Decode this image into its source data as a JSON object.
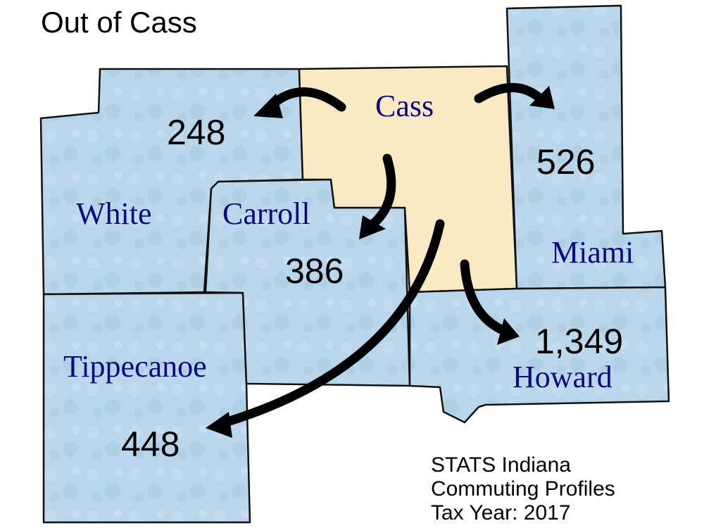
{
  "title": "Out of Cass",
  "origin": "Cass",
  "colors": {
    "origin_fill": "#faeac4",
    "destination_fill": "#b9d6ea",
    "label_color": "#0a0a80",
    "arrow_color": "#000000"
  },
  "counties": {
    "cass": "Cass",
    "white": "White",
    "carroll": "Carroll",
    "miami": "Miami",
    "howard": "Howard",
    "tippecanoe": "Tippecanoe"
  },
  "flows": {
    "white": "248",
    "miami": "526",
    "carroll": "386",
    "howard": "1,349",
    "tippecanoe": "448"
  },
  "source": {
    "line1": "STATS Indiana",
    "line2": "Commuting Profiles",
    "line3": "Tax Year:  2017"
  }
}
